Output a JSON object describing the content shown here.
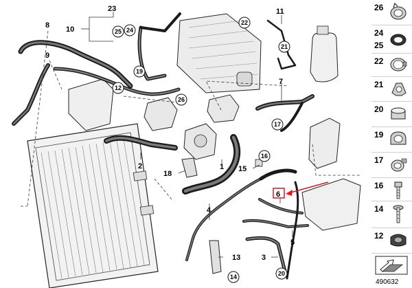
{
  "diagram": {
    "callouts": [
      {
        "id": "c1",
        "text": "1"
      },
      {
        "id": "c2",
        "text": "2"
      },
      {
        "id": "c3",
        "text": "3"
      },
      {
        "id": "c4",
        "text": "4"
      },
      {
        "id": "c5",
        "text": "5"
      },
      {
        "id": "c6",
        "text": "6"
      },
      {
        "id": "c7",
        "text": "7"
      },
      {
        "id": "c8",
        "text": "8"
      },
      {
        "id": "c9",
        "text": "9"
      },
      {
        "id": "c10",
        "text": "10"
      },
      {
        "id": "c11",
        "text": "11"
      },
      {
        "id": "c13",
        "text": "13"
      },
      {
        "id": "c15",
        "text": "15"
      },
      {
        "id": "c18",
        "text": "18"
      },
      {
        "id": "c23",
        "text": "23"
      }
    ],
    "circled": [
      {
        "id": "k25",
        "text": "25"
      },
      {
        "id": "k24",
        "text": "24"
      },
      {
        "id": "k22",
        "text": "22"
      },
      {
        "id": "k21",
        "text": "21"
      },
      {
        "id": "k19",
        "text": "19"
      },
      {
        "id": "k12",
        "text": "12"
      },
      {
        "id": "k26",
        "text": "26"
      },
      {
        "id": "k17",
        "text": "17"
      },
      {
        "id": "k16",
        "text": "16"
      },
      {
        "id": "k14",
        "text": "14"
      },
      {
        "id": "k20",
        "text": "20"
      }
    ],
    "highlighted_part": "6",
    "highlight_color": "#e8141e"
  },
  "legend": {
    "items": [
      {
        "label": "26",
        "icon": "hose-clamp-spring-icon"
      },
      {
        "label": "24",
        "icon": "o-ring-seal-icon"
      },
      {
        "label": "25",
        "icon": ""
      },
      {
        "label": "22",
        "icon": "band-clamp-icon"
      },
      {
        "label": "21",
        "icon": "clip-retainer-icon"
      },
      {
        "label": "20",
        "icon": "hose-clamp-icon"
      },
      {
        "label": "19",
        "icon": "cable-tie-clamp-icon"
      },
      {
        "label": "17",
        "icon": "hose-clip-icon"
      },
      {
        "label": "16",
        "icon": "bolt-icon"
      },
      {
        "label": "14",
        "icon": "screw-icon"
      },
      {
        "label": "12",
        "icon": "rubber-mount-icon"
      }
    ],
    "code": "490632"
  }
}
